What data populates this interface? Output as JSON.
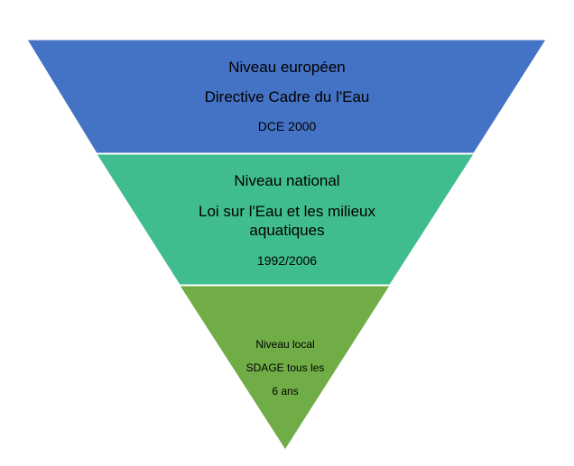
{
  "colors": {
    "european": "#4472c4",
    "national": "#40bd8f",
    "local": "#70ad47",
    "separator": "#ffffff"
  },
  "levels": [
    {
      "id": "european",
      "title": "Niveau européen",
      "line2": "Directive Cadre du l'Eau",
      "line3": "DCE 2000"
    },
    {
      "id": "national",
      "title": "Niveau national",
      "line2a": "Loi sur l'Eau et les milieux",
      "line2b": "aquatiques",
      "line3": "1992/2006"
    },
    {
      "id": "local",
      "title": "Niveau local",
      "line2": "SDAGE tous les",
      "line3": "6 ans"
    }
  ]
}
